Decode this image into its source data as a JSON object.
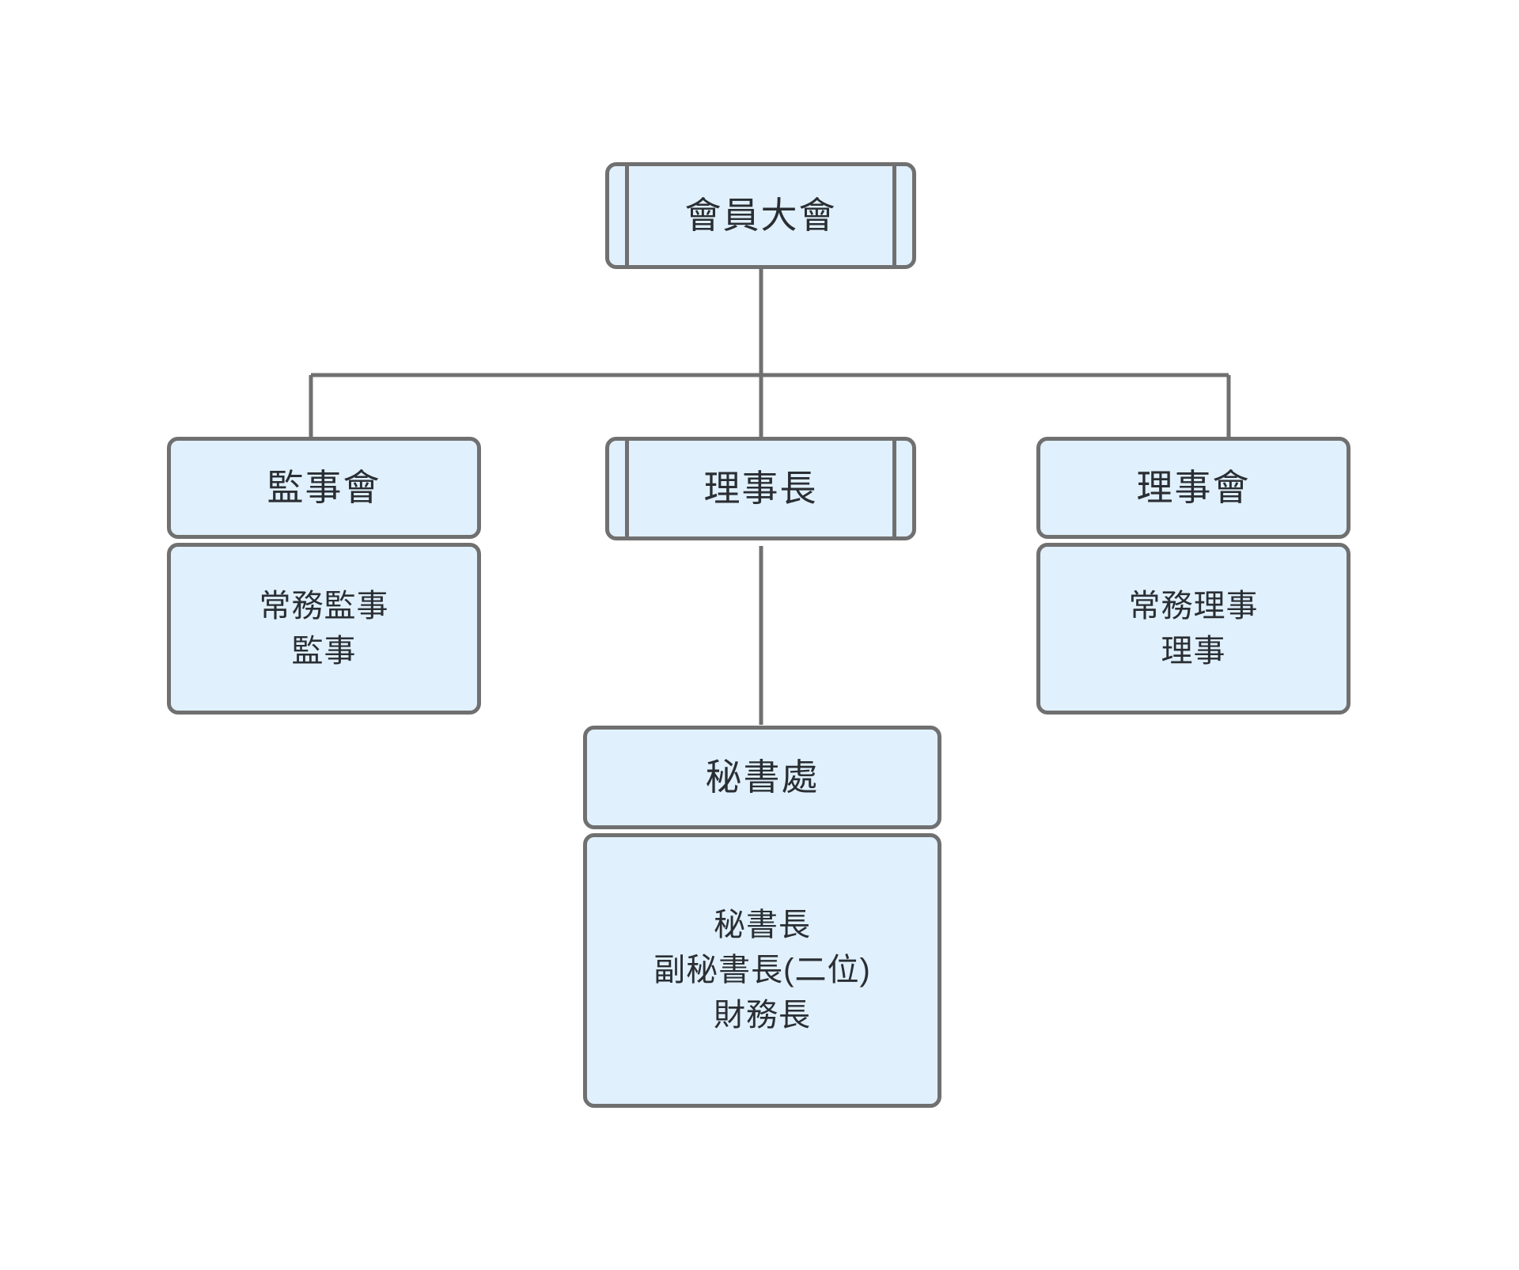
{
  "chart": {
    "type": "org-chart",
    "title": "",
    "colors": {
      "node_fill": "#e0f0fc",
      "node_border": "#707070",
      "connector": "#707070",
      "text": "#2a2e33",
      "background": "#ffffff"
    },
    "nodes": {
      "assembly": {
        "label": "會員大會",
        "style": "double-rule"
      },
      "supervisors": {
        "header": "監事會",
        "members": [
          "常務監事",
          "監事"
        ]
      },
      "chairman": {
        "label": "理事長",
        "style": "double-rule"
      },
      "directors": {
        "header": "理事會",
        "members": [
          "常務理事",
          "理事"
        ]
      },
      "secretariat": {
        "header": "秘書處",
        "members": [
          "秘書長",
          "副秘書長(二位)",
          "財務長"
        ]
      }
    },
    "hierarchy": [
      {
        "parent": "assembly",
        "children": [
          "supervisors",
          "chairman",
          "directors"
        ]
      },
      {
        "parent": "chairman",
        "children": [
          "secretariat"
        ]
      }
    ]
  }
}
